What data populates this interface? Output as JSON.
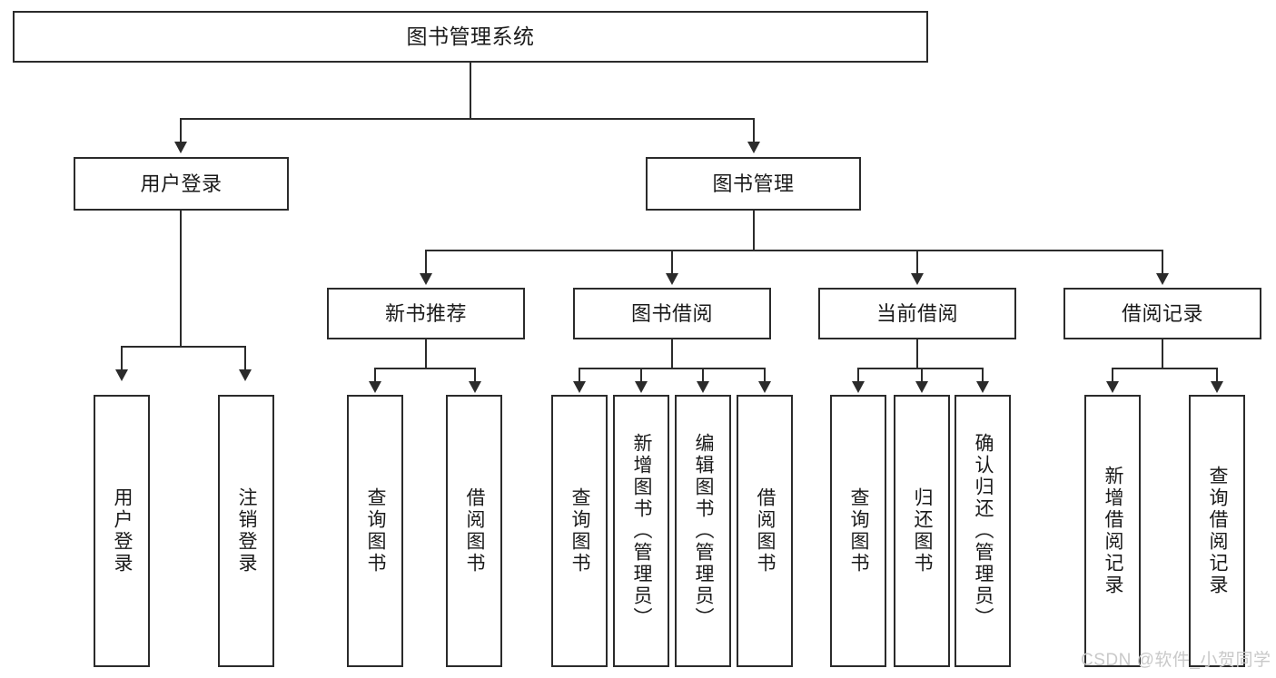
{
  "diagram": {
    "type": "tree-hierarchy-diagram",
    "title": "图书管理系统",
    "root": {
      "id": "root",
      "label": "图书管理系统"
    },
    "level2": [
      {
        "id": "user-login",
        "label": "用户登录"
      },
      {
        "id": "book-management",
        "label": "图书管理"
      }
    ],
    "level3": [
      {
        "id": "new-book-recommend",
        "label": "新书推荐",
        "parent": "book-management"
      },
      {
        "id": "book-borrow",
        "label": "图书借阅",
        "parent": "book-management"
      },
      {
        "id": "current-borrow",
        "label": "当前借阅",
        "parent": "book-management"
      },
      {
        "id": "borrow-record",
        "label": "借阅记录",
        "parent": "book-management"
      }
    ],
    "leaves": [
      {
        "id": "leaf-user-login",
        "label": "用户登录",
        "parent": "user-login"
      },
      {
        "id": "leaf-logout-login",
        "label": "注销登录",
        "parent": "user-login"
      },
      {
        "id": "leaf-query-book-1",
        "label": "查询图书",
        "parent": "new-book-recommend"
      },
      {
        "id": "leaf-borrow-book-1",
        "label": "借阅图书",
        "parent": "new-book-recommend"
      },
      {
        "id": "leaf-query-book-2",
        "label": "查询图书",
        "parent": "book-borrow"
      },
      {
        "id": "leaf-add-book",
        "label": "新增图书（管理员）",
        "parent": "book-borrow"
      },
      {
        "id": "leaf-edit-book",
        "label": "编辑图书（管理员）",
        "parent": "book-borrow"
      },
      {
        "id": "leaf-borrow-book-2",
        "label": "借阅图书",
        "parent": "book-borrow"
      },
      {
        "id": "leaf-query-book-3",
        "label": "查询图书",
        "parent": "current-borrow"
      },
      {
        "id": "leaf-return-book",
        "label": "归还图书",
        "parent": "current-borrow"
      },
      {
        "id": "leaf-confirm-return",
        "label": "确认归还（管理员）",
        "parent": "current-borrow"
      },
      {
        "id": "leaf-add-record",
        "label": "新增借阅记录",
        "parent": "borrow-record"
      },
      {
        "id": "leaf-query-record",
        "label": "查询借阅记录",
        "parent": "borrow-record"
      }
    ],
    "watermark": "CSDN @软件_小贺同学",
    "colors": {
      "stroke": "#2b2b2b",
      "background": "#ffffff",
      "text": "#1a1a1a",
      "watermark": "#c9c9c9"
    }
  }
}
